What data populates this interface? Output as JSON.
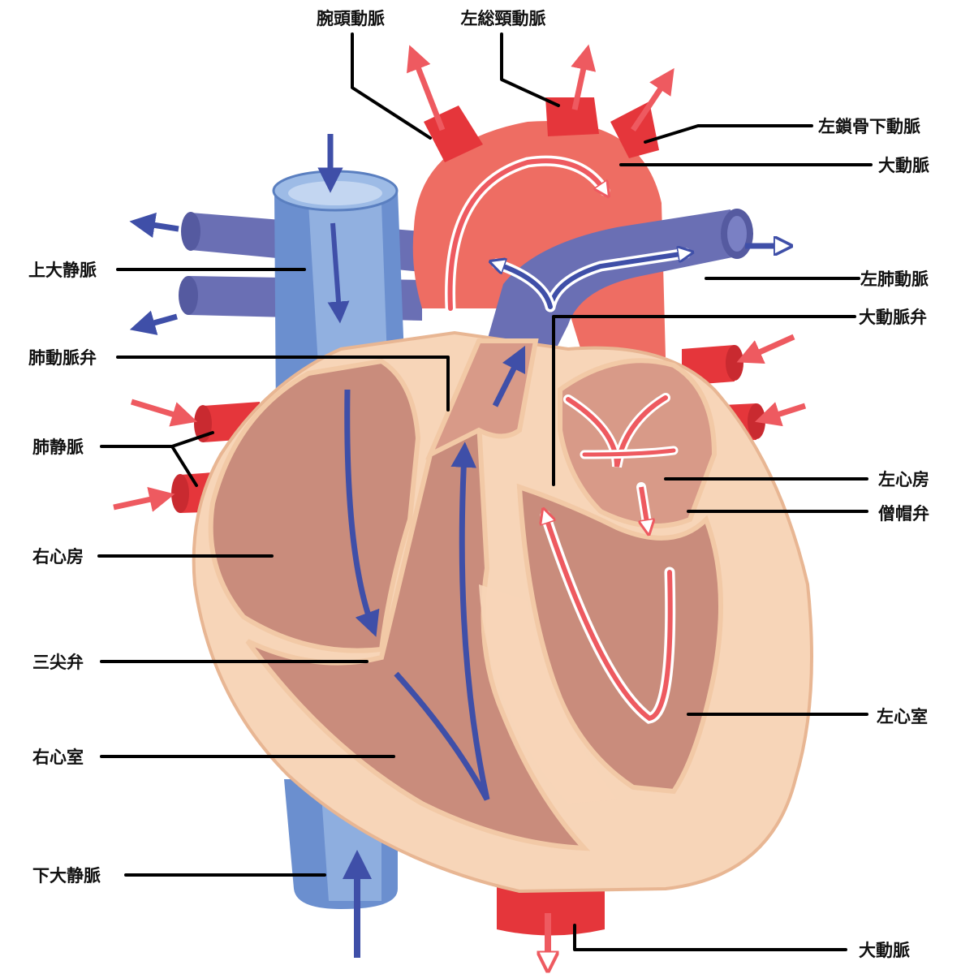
{
  "colors": {
    "vein_blue": "#6b8fcf",
    "vein_light": "#9dbbe6",
    "pulmonary_artery": "#6a6fb4",
    "aorta_red": "#ee6d63",
    "oxygenated_red": "#e5363b",
    "muscle_tan": "#f7d5b8",
    "chamber_pink": "#c98c7c",
    "flow_blue": "#3f4fa8",
    "flow_red": "#ee5a60"
  },
  "labels": {
    "brachiocephalic_artery": "腕頭動脈",
    "left_common_carotid": "左総頸動脈",
    "left_subclavian": "左鎖骨下動脈",
    "aorta_top": "大動脈",
    "superior_vena_cava": "上大静脈",
    "left_pulmonary_artery": "左肺動脈",
    "aortic_valve": "大動脈弁",
    "pulmonary_valve": "肺動脈弁",
    "pulmonary_veins": "肺静脈",
    "left_atrium": "左心房",
    "mitral_valve": "僧帽弁",
    "right_atrium": "右心房",
    "tricuspid_valve": "三尖弁",
    "left_ventricle": "左心室",
    "right_ventricle": "右心室",
    "inferior_vena_cava": "下大静脈",
    "aorta_bottom": "大動脈"
  }
}
